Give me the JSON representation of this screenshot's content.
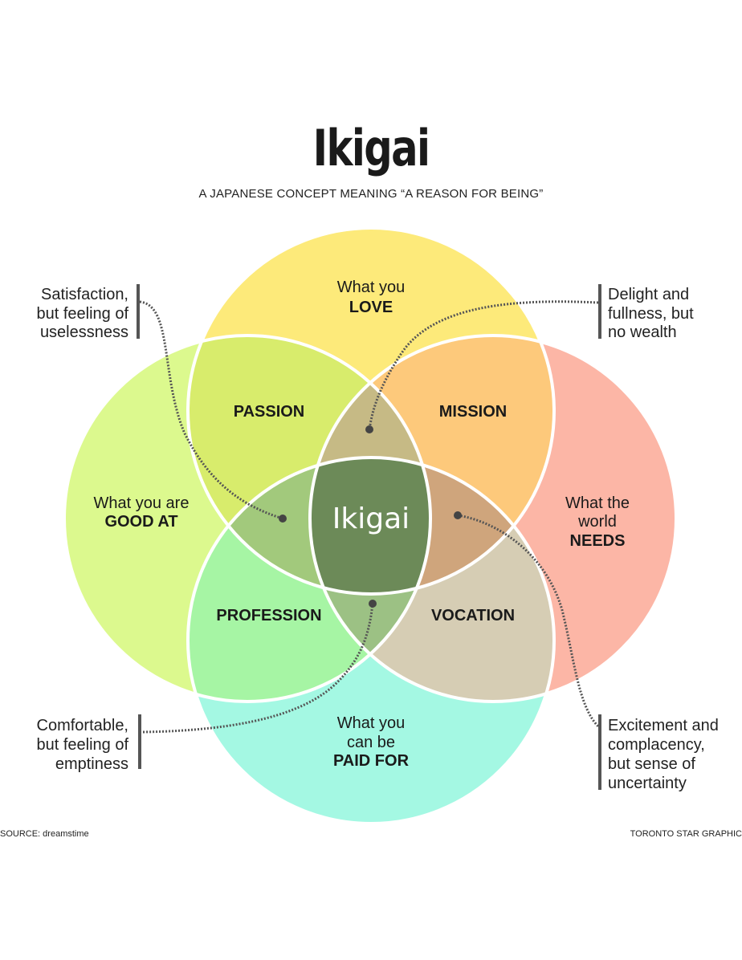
{
  "title": "Ikigai",
  "subtitle": "A JAPANESE CONCEPT MEANING “A REASON FOR BEING”",
  "circles": {
    "love": {
      "line1": "What you",
      "emph": "LOVE",
      "color": "#fdea7a"
    },
    "good_at": {
      "line1": "What you are",
      "emph": "GOOD AT",
      "color": "#dcf98e"
    },
    "needs": {
      "line1": "What the",
      "line2": "world",
      "emph": "NEEDS",
      "color": "#fcb6a6"
    },
    "paid": {
      "line1": "What you",
      "line2": "can be",
      "emph": "PAID FOR",
      "color": "#a4f8e3"
    }
  },
  "overlaps": {
    "passion": "PASSION",
    "mission": "MISSION",
    "profession": "PROFESSION",
    "vocation": "VOCATION"
  },
  "center": {
    "label": "Ikigai",
    "color": "#6c8a58"
  },
  "notes": {
    "top_left": [
      "Satisfaction,",
      "but feeling of",
      "uselessness"
    ],
    "top_right": [
      "Delight and",
      "fullness, but",
      "no wealth"
    ],
    "bottom_left": [
      "Comfortable,",
      "but feeling of",
      "emptiness"
    ],
    "bottom_right": [
      "Excitement and",
      "complacency,",
      "but sense of",
      "uncertainty"
    ]
  },
  "source": "SOURCE: dreamstime",
  "credit": "TORONTO STAR GRAPHIC"
}
